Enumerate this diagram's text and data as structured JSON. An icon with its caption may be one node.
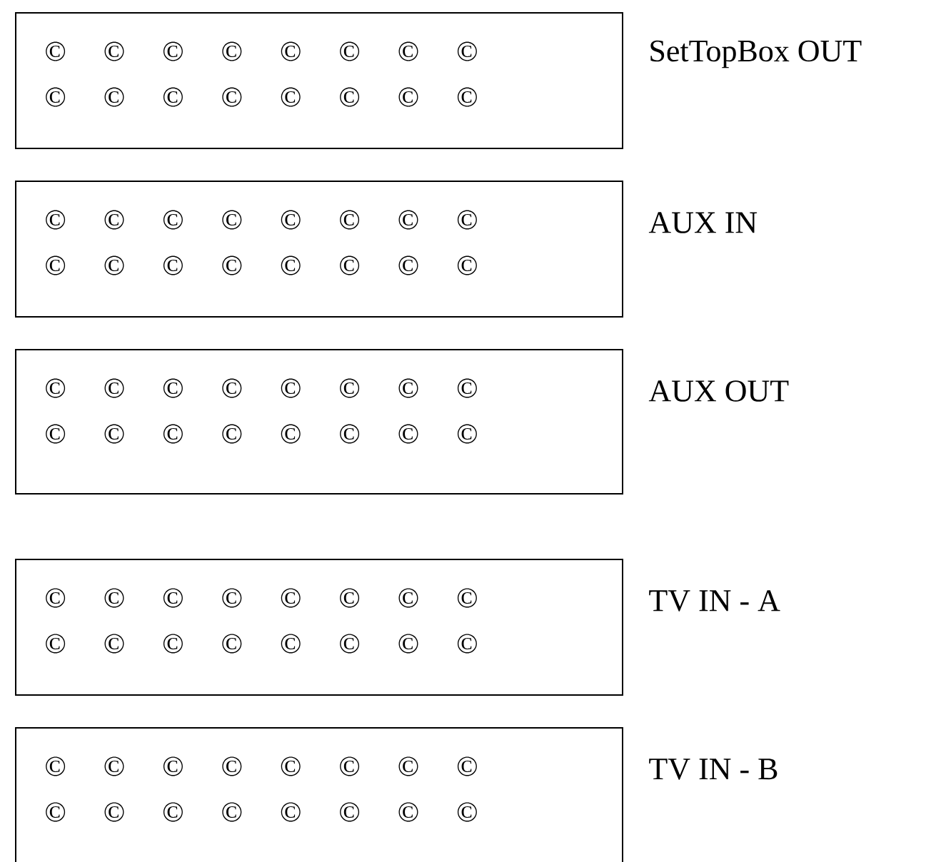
{
  "diagram": {
    "nodes": [
      {
        "text": [
          "© © © © © © © ©",
          "© © © © © © © ©"
        ],
        "beside": [
          "SetTopBox OUT"
        ]
      },
      {
        "text": [
          "© © © © © © © ©",
          "© © © © © © © ©"
        ],
        "beside": [
          "AUX IN"
        ]
      },
      {
        "text": [
          "© © © © © © © ©",
          "© © © © © © © ©"
        ],
        "beside": [
          "AUX OUT"
        ]
      },
      {
        "text": [
          "© © © © © © © ©",
          "© © © © © © © ©"
        ],
        "beside": [
          "TV IN - A"
        ]
      },
      {
        "text": [
          "© © © © © © © ©",
          "© © © © © © © ©"
        ],
        "beside": [
          "TV IN - B"
        ]
      }
    ]
  }
}
